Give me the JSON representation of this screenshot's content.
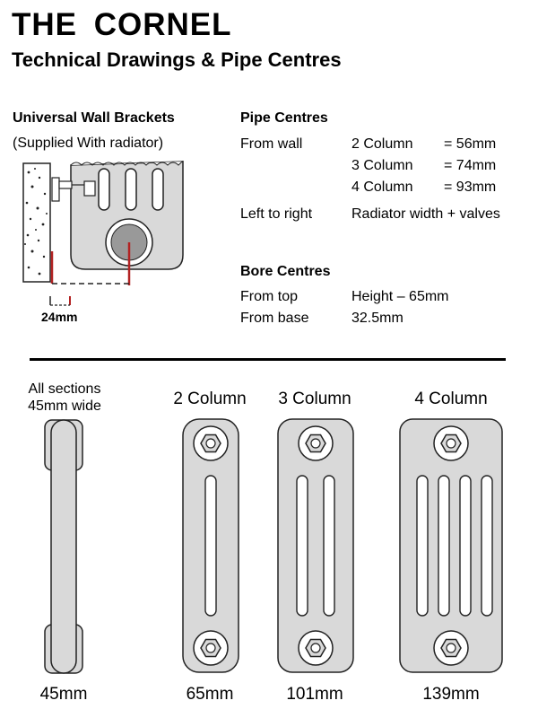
{
  "header": {
    "title": "THE CORNEL",
    "subtitle": "Technical Drawings & Pipe Centres"
  },
  "brackets": {
    "heading": "Universal Wall Brackets",
    "note": "(Supplied With radiator)",
    "dimension": "24mm"
  },
  "pipe_centres": {
    "heading": "Pipe Centres",
    "from_wall_label": "From wall",
    "rows": [
      {
        "columns": "2 Column",
        "value": "= 56mm"
      },
      {
        "columns": "3 Column",
        "value": "= 74mm"
      },
      {
        "columns": "4 Column",
        "value": "= 93mm"
      }
    ],
    "left_to_right_label": "Left to right",
    "left_to_right_value": "Radiator width + valves"
  },
  "bore_centres": {
    "heading": "Bore Centres",
    "from_top_label": "From top",
    "from_top_value": "Height – 65mm",
    "from_base_label": "From base",
    "from_base_value": "32.5mm"
  },
  "sections": {
    "side_note_line1": "All sections",
    "side_note_line2": "45mm wide",
    "side_width": "45mm",
    "items": [
      {
        "title": "2 Column",
        "width": "65mm"
      },
      {
        "title": "3 Column",
        "width": "101mm"
      },
      {
        "title": "4 Column",
        "width": "139mm"
      }
    ]
  },
  "colors": {
    "radiator_fill": "#d9d9d9",
    "outline": "#222222",
    "pipe_red": "#b22222"
  }
}
